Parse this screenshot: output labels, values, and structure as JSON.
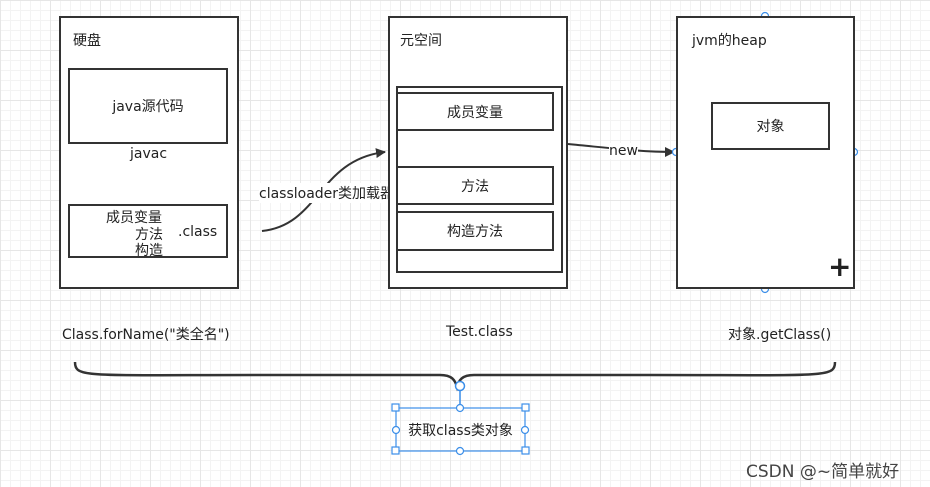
{
  "disk": {
    "title": "硬盘",
    "source_box": "java源代码",
    "compile_label": "javac",
    "class_box": {
      "line1": "成员变量",
      "line2": "方法",
      "line2_suffix": ".class",
      "line3": "构造"
    }
  },
  "classloader_label": "classloader类加载器",
  "metaspace": {
    "title": "元空间",
    "boxes": [
      "成员变量",
      "方法",
      "构造方法"
    ]
  },
  "new_label": "new",
  "heap": {
    "title": "jvm的heap",
    "object_box": "对象",
    "plus": "+"
  },
  "captions": {
    "left": "Class.forName(\"类全名\")",
    "middle": "Test.class",
    "right": "对象.getClass()"
  },
  "bottom_box": "获取class类对象",
  "watermark": "CSDN @~简单就好",
  "colors": {
    "stroke": "#333333",
    "selection": "#3b8ee8",
    "grid": "#e6e6e6"
  }
}
